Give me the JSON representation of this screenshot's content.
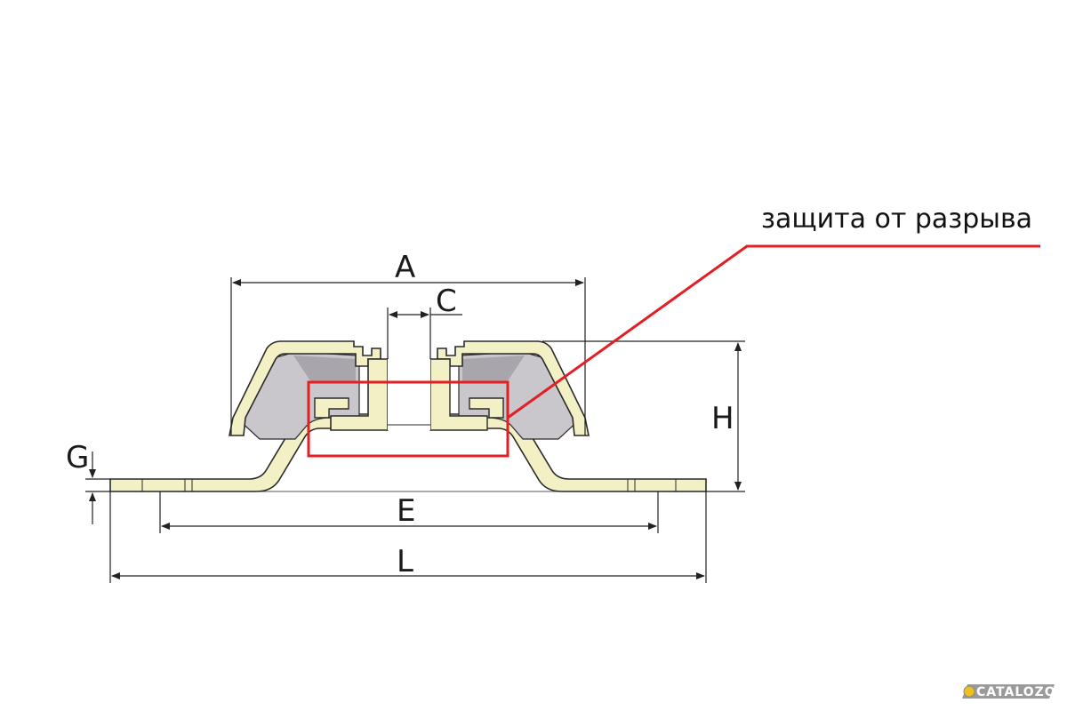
{
  "diagram": {
    "dimensions": {
      "A": "A",
      "C": "C",
      "H": "H",
      "G": "G",
      "E": "E",
      "L": "L"
    },
    "callout": {
      "text": "защита от разрыва",
      "color": "#e31e24"
    },
    "watermark": {
      "text": "CATALOZO"
    },
    "colors": {
      "metal_fill": "#f2f0c4",
      "metal_stroke": "#2a2a2a",
      "rubber_fill": "#c9c6cc",
      "rubber_dark": "#a9a5ad",
      "dimension_line": "#222222"
    }
  }
}
